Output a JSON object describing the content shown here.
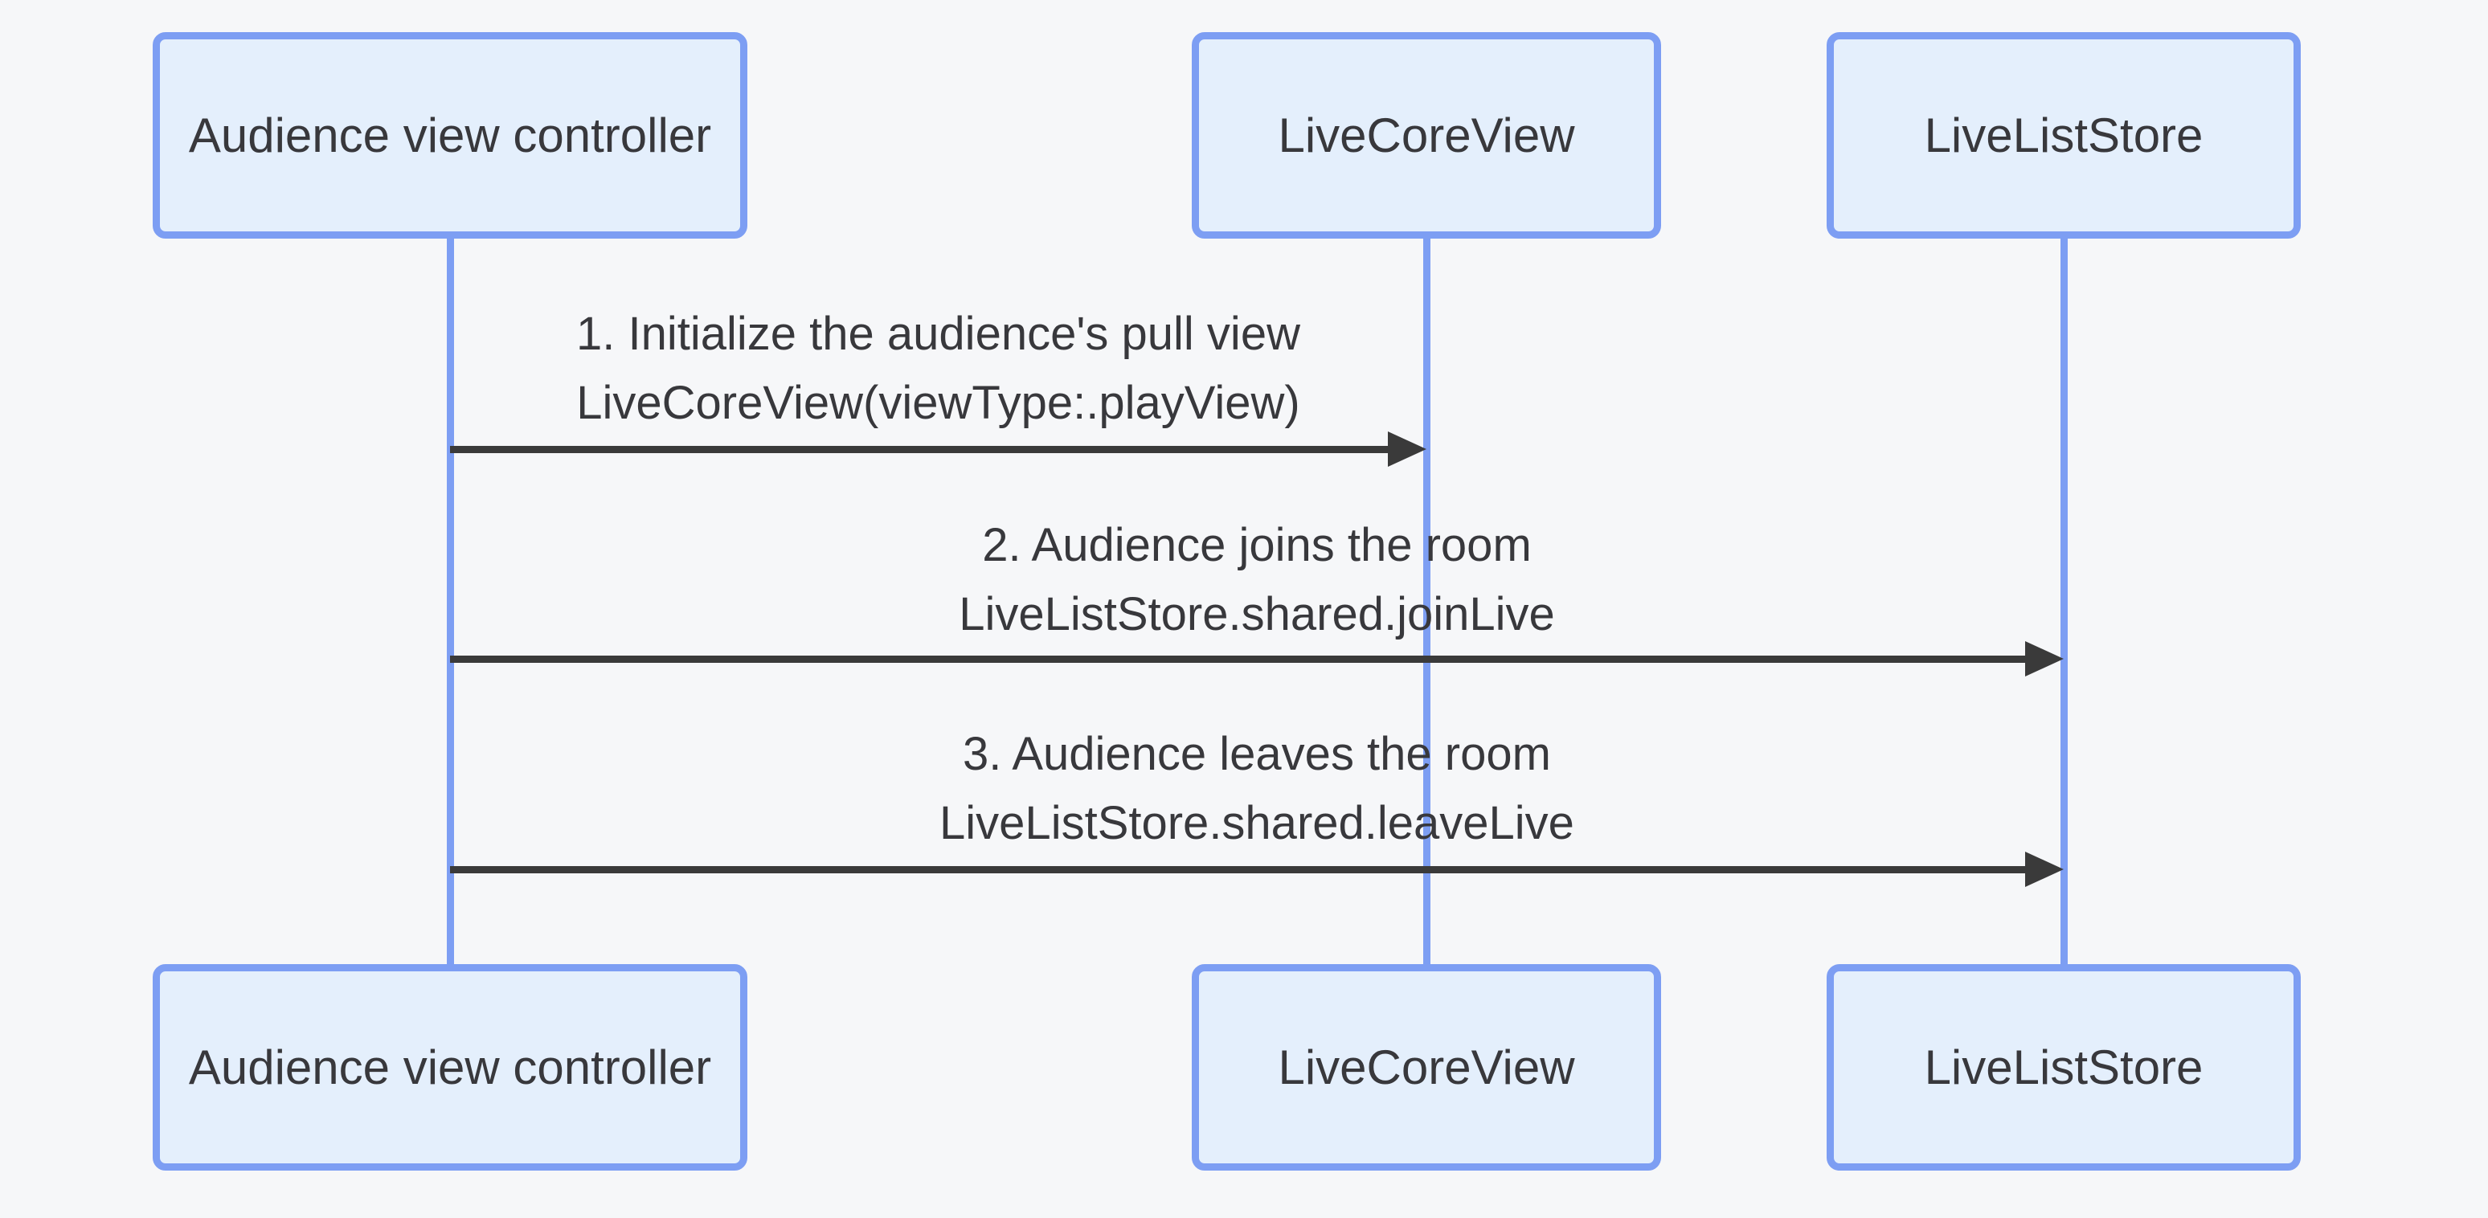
{
  "diagram": {
    "type": "sequence-diagram",
    "actors": [
      {
        "id": "audience-view-controller",
        "label": "Audience view controller"
      },
      {
        "id": "live-core-view",
        "label": "LiveCoreView"
      },
      {
        "id": "live-list-store",
        "label": "LiveListStore"
      }
    ],
    "messages": [
      {
        "from": "audience-view-controller",
        "to": "live-core-view",
        "line1": "1. Initialize the audience's pull view",
        "line2": "LiveCoreView(viewType:.playView)"
      },
      {
        "from": "audience-view-controller",
        "to": "live-list-store",
        "line1": "2. Audience joins the room",
        "line2": "LiveListStore.shared.joinLive"
      },
      {
        "from": "audience-view-controller",
        "to": "live-list-store",
        "line1": "3. Audience leaves the room",
        "line2": "LiveListStore.shared.leaveLive"
      }
    ],
    "colors": {
      "background": "#f6f7f9",
      "box_fill": "#e4effc",
      "box_border": "#7d9ef3",
      "lifeline": "#7d9ef3",
      "arrow": "#3a3a3a",
      "text": "#38383c"
    }
  }
}
